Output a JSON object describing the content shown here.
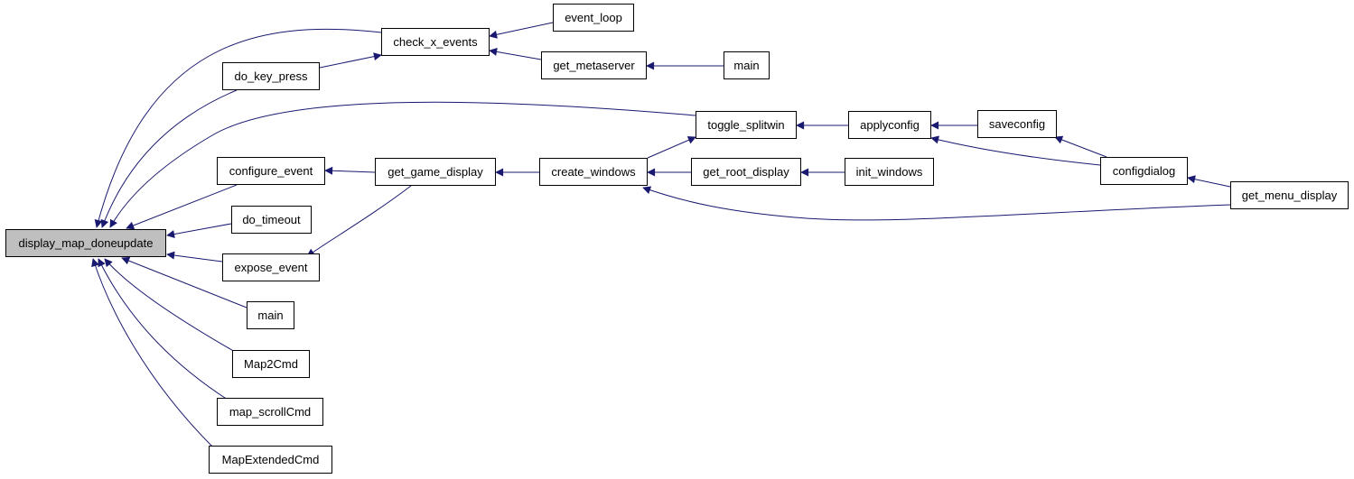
{
  "graph": {
    "colors": {
      "edge": "#191970",
      "node_border": "#000000",
      "root_fill": "#bfbfbf",
      "node_fill": "#ffffff"
    },
    "nodes": [
      {
        "id": "display_map_doneupdate",
        "label": "display_map_doneupdate",
        "root": true
      },
      {
        "id": "check_x_events",
        "label": "check_x_events"
      },
      {
        "id": "event_loop",
        "label": "event_loop"
      },
      {
        "id": "get_metaserver",
        "label": "get_metaserver"
      },
      {
        "id": "main_meta",
        "label": "main"
      },
      {
        "id": "do_key_press",
        "label": "do_key_press"
      },
      {
        "id": "toggle_splitwin",
        "label": "toggle_splitwin"
      },
      {
        "id": "applyconfig",
        "label": "applyconfig"
      },
      {
        "id": "saveconfig",
        "label": "saveconfig"
      },
      {
        "id": "configure_event",
        "label": "configure_event"
      },
      {
        "id": "get_game_display",
        "label": "get_game_display"
      },
      {
        "id": "create_windows",
        "label": "create_windows"
      },
      {
        "id": "get_root_display",
        "label": "get_root_display"
      },
      {
        "id": "init_windows",
        "label": "init_windows"
      },
      {
        "id": "configdialog",
        "label": "configdialog"
      },
      {
        "id": "get_menu_display",
        "label": "get_menu_display"
      },
      {
        "id": "do_timeout",
        "label": "do_timeout"
      },
      {
        "id": "expose_event",
        "label": "expose_event"
      },
      {
        "id": "main_left",
        "label": "main"
      },
      {
        "id": "Map2Cmd",
        "label": "Map2Cmd"
      },
      {
        "id": "map_scrollCmd",
        "label": "map_scrollCmd"
      },
      {
        "id": "MapExtendedCmd",
        "label": "MapExtendedCmd"
      }
    ],
    "edges": [
      {
        "from": "check_x_events",
        "to": "display_map_doneupdate"
      },
      {
        "from": "do_key_press",
        "to": "display_map_doneupdate"
      },
      {
        "from": "toggle_splitwin",
        "to": "display_map_doneupdate"
      },
      {
        "from": "configure_event",
        "to": "display_map_doneupdate"
      },
      {
        "from": "do_timeout",
        "to": "display_map_doneupdate"
      },
      {
        "from": "expose_event",
        "to": "display_map_doneupdate"
      },
      {
        "from": "main_left",
        "to": "display_map_doneupdate"
      },
      {
        "from": "Map2Cmd",
        "to": "display_map_doneupdate"
      },
      {
        "from": "map_scrollCmd",
        "to": "display_map_doneupdate"
      },
      {
        "from": "MapExtendedCmd",
        "to": "display_map_doneupdate"
      },
      {
        "from": "do_key_press",
        "to": "check_x_events"
      },
      {
        "from": "event_loop",
        "to": "check_x_events"
      },
      {
        "from": "get_metaserver",
        "to": "check_x_events"
      },
      {
        "from": "main_meta",
        "to": "get_metaserver"
      },
      {
        "from": "applyconfig",
        "to": "toggle_splitwin"
      },
      {
        "from": "create_windows",
        "to": "toggle_splitwin"
      },
      {
        "from": "saveconfig",
        "to": "applyconfig"
      },
      {
        "from": "configdialog",
        "to": "applyconfig"
      },
      {
        "from": "configdialog",
        "to": "saveconfig"
      },
      {
        "from": "get_menu_display",
        "to": "configdialog"
      },
      {
        "from": "get_game_display",
        "to": "configure_event"
      },
      {
        "from": "get_game_display",
        "to": "expose_event"
      },
      {
        "from": "create_windows",
        "to": "get_game_display"
      },
      {
        "from": "get_root_display",
        "to": "create_windows"
      },
      {
        "from": "get_menu_display",
        "to": "create_windows"
      },
      {
        "from": "init_windows",
        "to": "get_root_display"
      }
    ]
  }
}
